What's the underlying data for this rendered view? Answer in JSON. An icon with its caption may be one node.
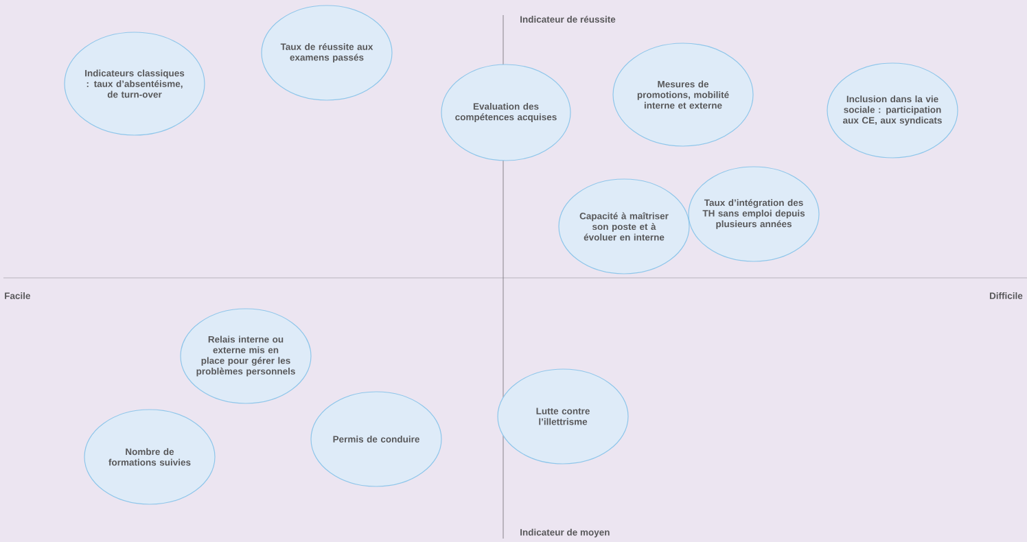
{
  "diagram": {
    "nodes": [
      {
        "text": [
          "Indicateurs classiques : taux d’absentéisme, de turn-over"
        ]
      },
      {
        "text": [
          "Taux de réussite aux examens passés"
        ]
      },
      {
        "text": [
          "Evaluation des compétences acquises"
        ]
      },
      {
        "text": [
          "Mesures de promotions, mobilité interne et externe"
        ]
      },
      {
        "text": [
          "Inclusion dans la vie sociale : participation aux CE, aux syndicats"
        ]
      },
      {
        "text": [
          "Capacité à maîtriser son poste et à évoluer en interne"
        ]
      },
      {
        "text": [
          "Taux d’intégration des TH sans emploi depuis plusieurs années"
        ]
      },
      {
        "text": [
          "Relais interne ou externe mis en place pour gérer les problèmes personnels"
        ]
      },
      {
        "text": [
          "Nombre de formations suivies"
        ]
      },
      {
        "text": [
          "Permis de conduire"
        ]
      },
      {
        "text": [
          "Lutte contre l’illettrisme"
        ]
      }
    ],
    "labels": [
      "Indicateur de réussite",
      "Facile",
      "Difficile",
      "Indicateur de moyen"
    ]
  }
}
